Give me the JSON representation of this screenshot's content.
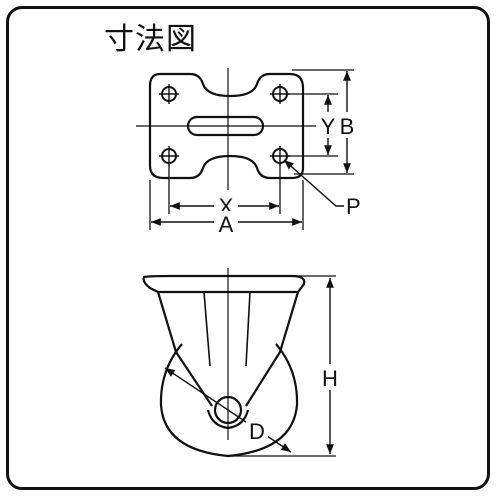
{
  "title": "寸法図",
  "labels": {
    "x": "X",
    "a": "A",
    "y": "Y",
    "b": "B",
    "p": "P",
    "h": "H",
    "d": "D"
  },
  "colors": {
    "line": "#111111",
    "background": "#ffffff"
  }
}
